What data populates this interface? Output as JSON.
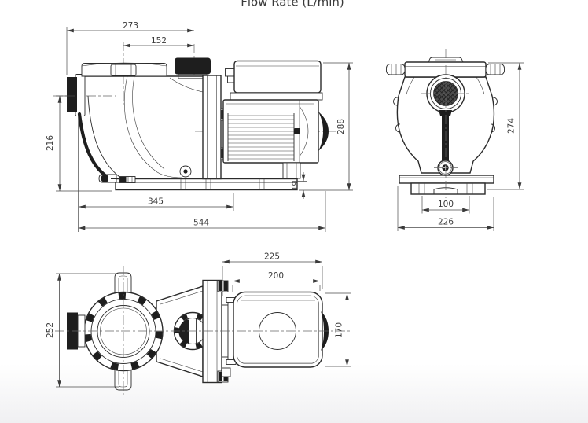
{
  "header": {
    "flow_rate_label": "Flow Rate (L/min)"
  },
  "dimensions": {
    "side": {
      "top_width": "273",
      "lid_offset": "152",
      "inlet_height": "216",
      "base_length": "345",
      "overall_length": "544",
      "overall_height": "288",
      "base_thickness": "19"
    },
    "front": {
      "overall_height": "274",
      "foot_spacing": "100",
      "base_width": "226"
    },
    "top": {
      "motor_assembly_length": "225",
      "motor_body_length": "200",
      "strainer_width": "252",
      "motor_width": "170"
    }
  }
}
